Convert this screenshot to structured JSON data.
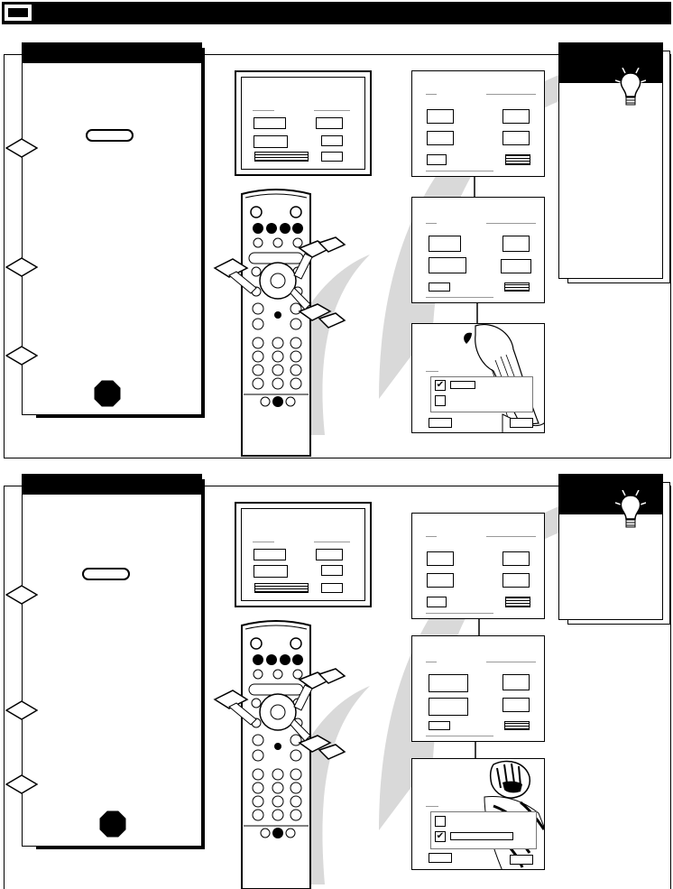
{
  "page": {
    "header_icon": "section-tab-icon"
  },
  "sections": [
    {
      "id": "top",
      "steps": [
        "step-1",
        "step-2",
        "step-3"
      ],
      "hint_icon": "light-bulb-icon",
      "remote_icon": "remote-control-icon",
      "illustration": "parrot-illustration"
    },
    {
      "id": "bottom",
      "steps": [
        "step-1",
        "step-2",
        "step-3"
      ],
      "hint_icon": "light-bulb-icon",
      "remote_icon": "remote-control-icon",
      "illustration": "motorcyclist-illustration"
    }
  ],
  "colors": {
    "ink": "#000000",
    "paper": "#ffffff",
    "swoosh": "#d9d9d9"
  }
}
